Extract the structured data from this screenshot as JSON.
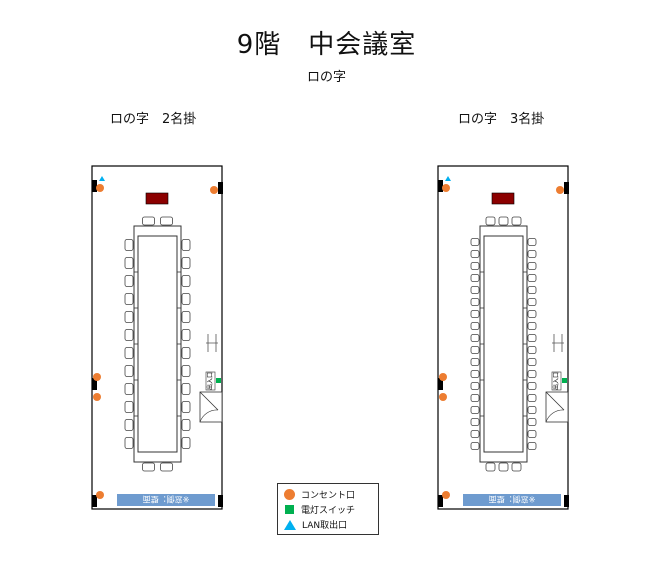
{
  "title": "9階　中会議室",
  "subtitle": "ロの字",
  "plans": [
    {
      "label": "ロの字　2名掛",
      "seats_per_table": 2,
      "door_label": "出入口",
      "band_label": "※窓側：壁面"
    },
    {
      "label": "ロの字　3名掛",
      "seats_per_table": 3,
      "door_label": "出入口",
      "band_label": "※窓側：壁面"
    }
  ],
  "legend": [
    {
      "label": "コンセント口",
      "icon": "outlet-icon",
      "color": "#ED7D31"
    },
    {
      "label": "電灯スイッチ",
      "icon": "light-switch-icon",
      "color": "#00B050"
    },
    {
      "label": "LAN取出口",
      "icon": "lan-port-icon",
      "color": "#00B0F0"
    }
  ],
  "colors": {
    "wall": "#000000",
    "podium": "#8B0000",
    "window_band": "#6E9BCF",
    "outlet": "#ED7D31",
    "switch": "#00B050",
    "lan": "#00B0F0"
  }
}
